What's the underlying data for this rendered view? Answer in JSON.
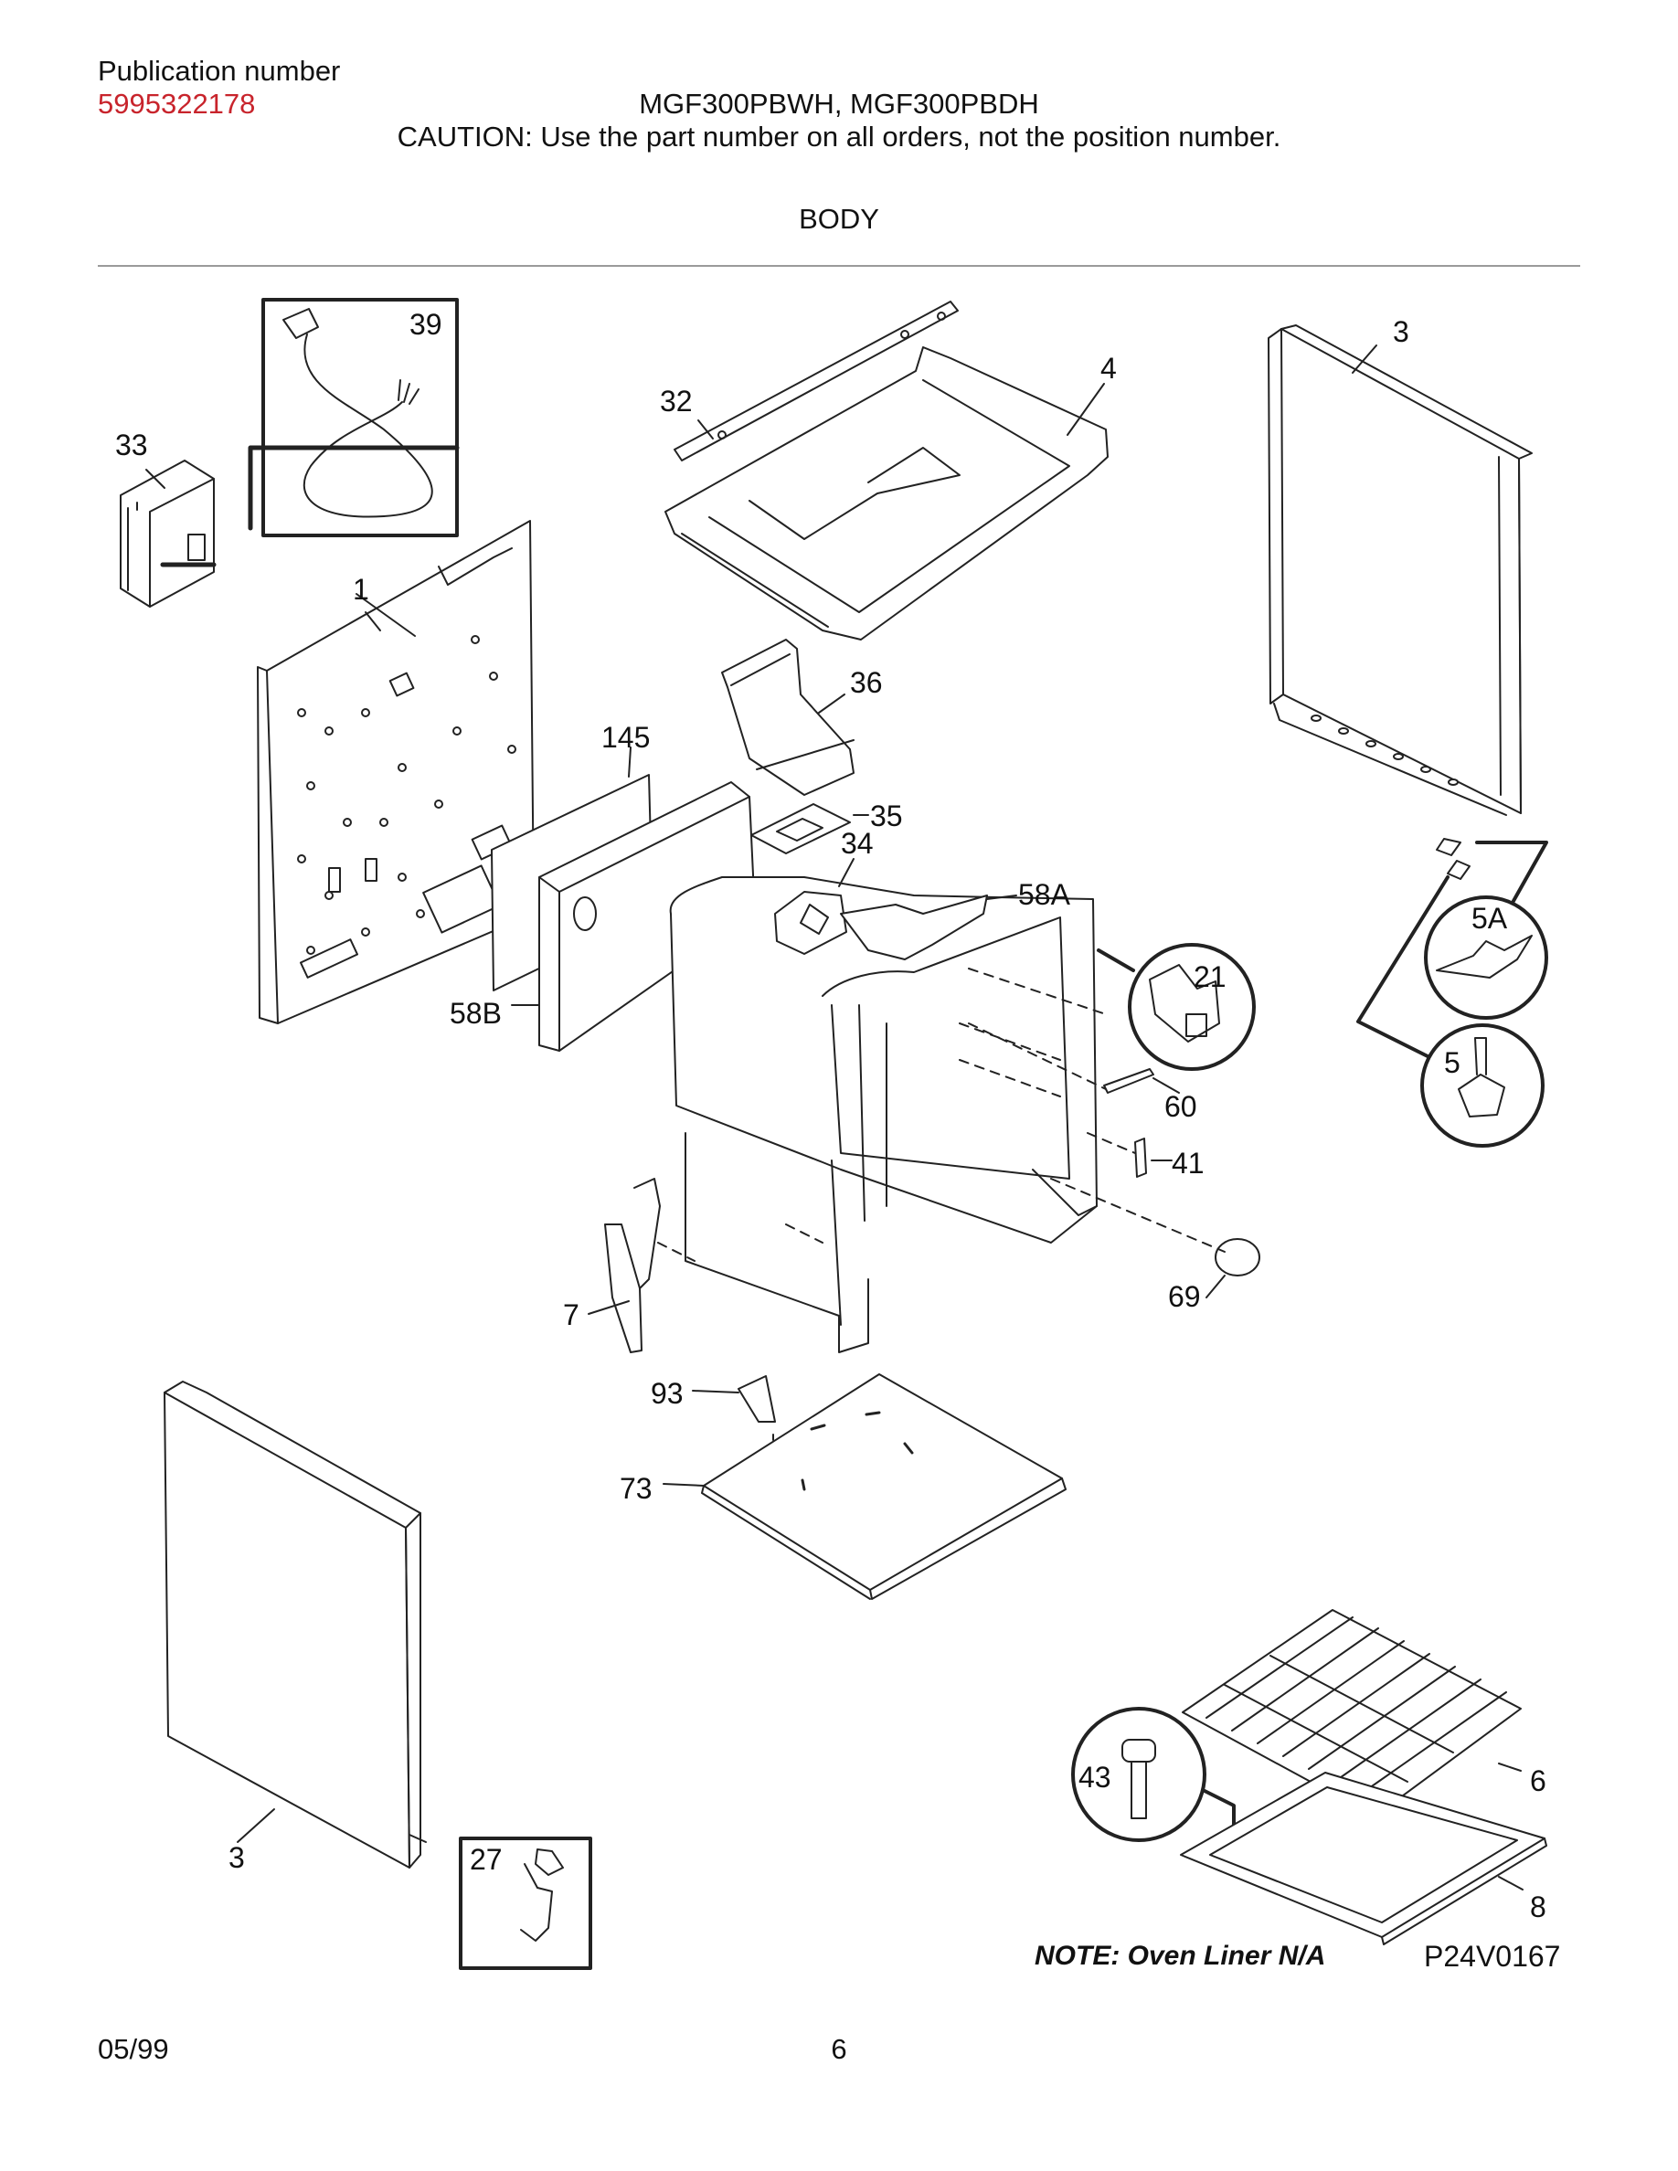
{
  "header": {
    "pub_label": "Publication number",
    "pub_number": "5995322178",
    "models": "MGF300PBWH, MGF300PBDH",
    "caution": "CAUTION:  Use the part number on all orders, not the position number.",
    "section": "BODY"
  },
  "callouts": {
    "p39": "39",
    "p33": "33",
    "p32": "32",
    "p4": "4",
    "p3_top": "3",
    "p1": "1",
    "p36": "36",
    "p145": "145",
    "p35": "35",
    "p34": "34",
    "p58A": "58A",
    "p5A": "5A",
    "p21": "21",
    "p5": "5",
    "p58B": "58B",
    "p60": "60",
    "p41": "41",
    "p69": "69",
    "p7": "7",
    "p93": "93",
    "p73": "73",
    "p43": "43",
    "p6": "6",
    "p3_bottom": "3",
    "p27": "27",
    "p8": "8"
  },
  "note": "NOTE: Oven Liner N/A",
  "drawing_code": "P24V0167",
  "footer": {
    "date": "05/99",
    "page": "6"
  }
}
